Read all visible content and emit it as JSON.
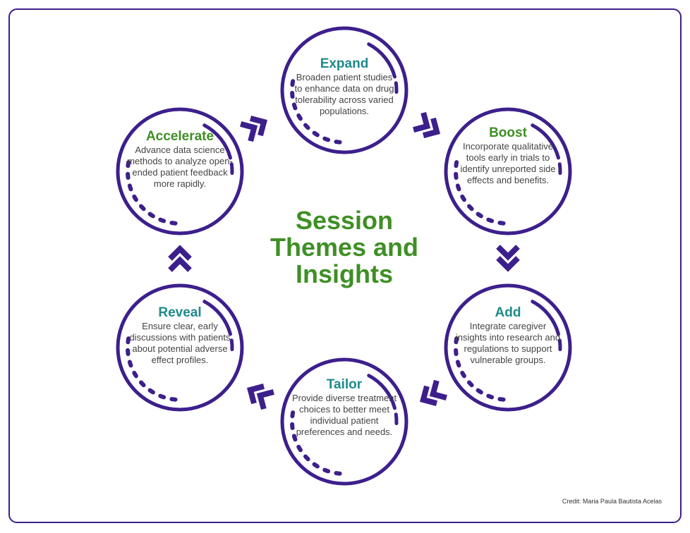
{
  "title": "Session Themes and Insights",
  "credit": "Credit: Maria Paula Bautista Acelas",
  "colors": {
    "ring": "#3d1f8c",
    "teal": "#1e8a8a",
    "green": "#3f8f25"
  },
  "themes": [
    {
      "title": "Expand",
      "color": "#1e8a8a",
      "text": "Broaden patient studies to enhance data on drug tolerability across varied populations."
    },
    {
      "title": "Boost",
      "color": "#3f8f25",
      "text": "Incorporate qualitative tools early in trials to identify unreported side effects and benefits."
    },
    {
      "title": "Add",
      "color": "#1e8a8a",
      "text": "Integrate caregiver insights into research and regulations to support vulnerable groups."
    },
    {
      "title": "Tailor",
      "color": "#1e8a8a",
      "text": "Provide diverse treatment choices to better meet individual patient preferences and needs."
    },
    {
      "title": "Reveal",
      "color": "#1e8a8a",
      "text": "Ensure clear, early discussions with patients about potential adverse effect profiles."
    },
    {
      "title": "Accelerate",
      "color": "#3f8f25",
      "text": "Advance data science methods to analyze open-ended patient feedback more rapidly."
    }
  ]
}
